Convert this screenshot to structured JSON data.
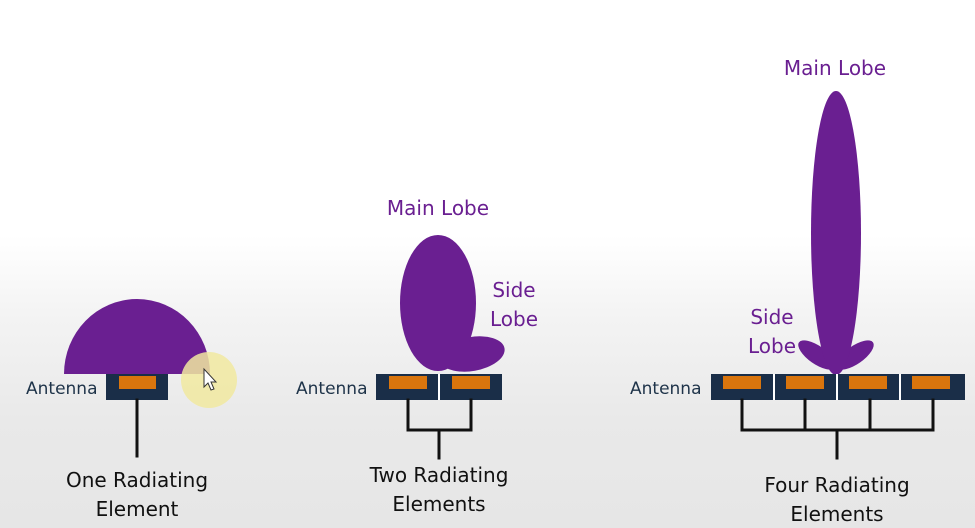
{
  "colors": {
    "lobe": "#6a1f91",
    "antenna_body": "#1a2e48",
    "radiating_element": "#d9750d",
    "cursor_highlight": "#f1e9a0"
  },
  "panels": [
    {
      "antenna_label": "Antenna",
      "caption_lines": [
        "One Radiating",
        "Element"
      ],
      "radiating_elements": 1
    },
    {
      "antenna_label": "Antenna",
      "main_lobe_label": "Main Lobe",
      "side_lobe_lines": [
        "Side",
        "Lobe"
      ],
      "caption_lines": [
        "Two Radiating",
        "Elements"
      ],
      "radiating_elements": 2
    },
    {
      "antenna_label": "Antenna",
      "main_lobe_label": "Main Lobe",
      "side_lobe_lines": [
        "Side",
        "Lobe"
      ],
      "caption_lines": [
        "Four Radiating",
        "Elements"
      ],
      "radiating_elements": 4
    }
  ],
  "cursor": {
    "icon": "mouse-pointer-icon"
  }
}
